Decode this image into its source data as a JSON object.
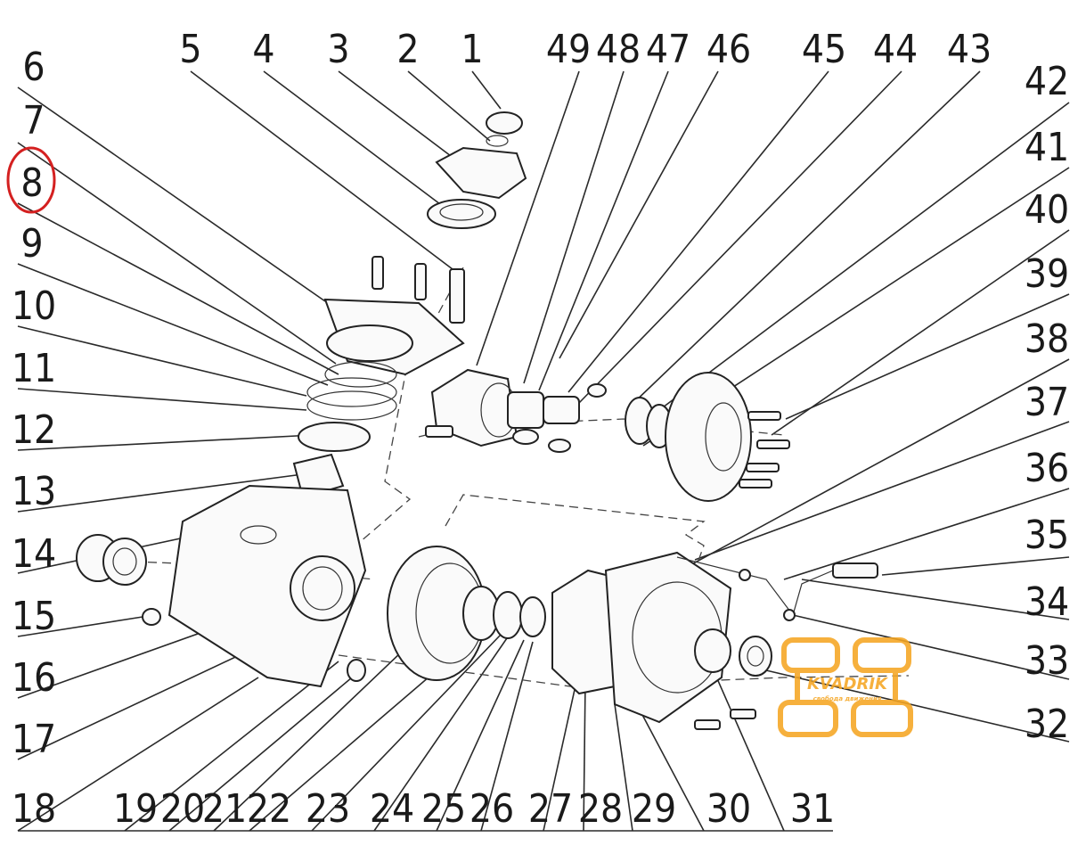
{
  "diagram": {
    "part_numbers": [
      "1",
      "2",
      "3",
      "4",
      "5",
      "6",
      "7",
      "8",
      "9",
      "10",
      "11",
      "12",
      "13",
      "14",
      "15",
      "16",
      "17",
      "18",
      "19",
      "20",
      "21",
      "22",
      "23",
      "24",
      "25",
      "26",
      "27",
      "28",
      "29",
      "30",
      "31",
      "32",
      "33",
      "34",
      "35",
      "36",
      "37",
      "38",
      "39",
      "40",
      "41",
      "42",
      "43",
      "44",
      "45",
      "46",
      "47",
      "48",
      "49"
    ],
    "highlighted_part": "8",
    "highlight_color": "#d42020"
  },
  "watermark": {
    "brand": "KVADRIK",
    "tagline": "свобода движения",
    "color": "#f5a623"
  }
}
